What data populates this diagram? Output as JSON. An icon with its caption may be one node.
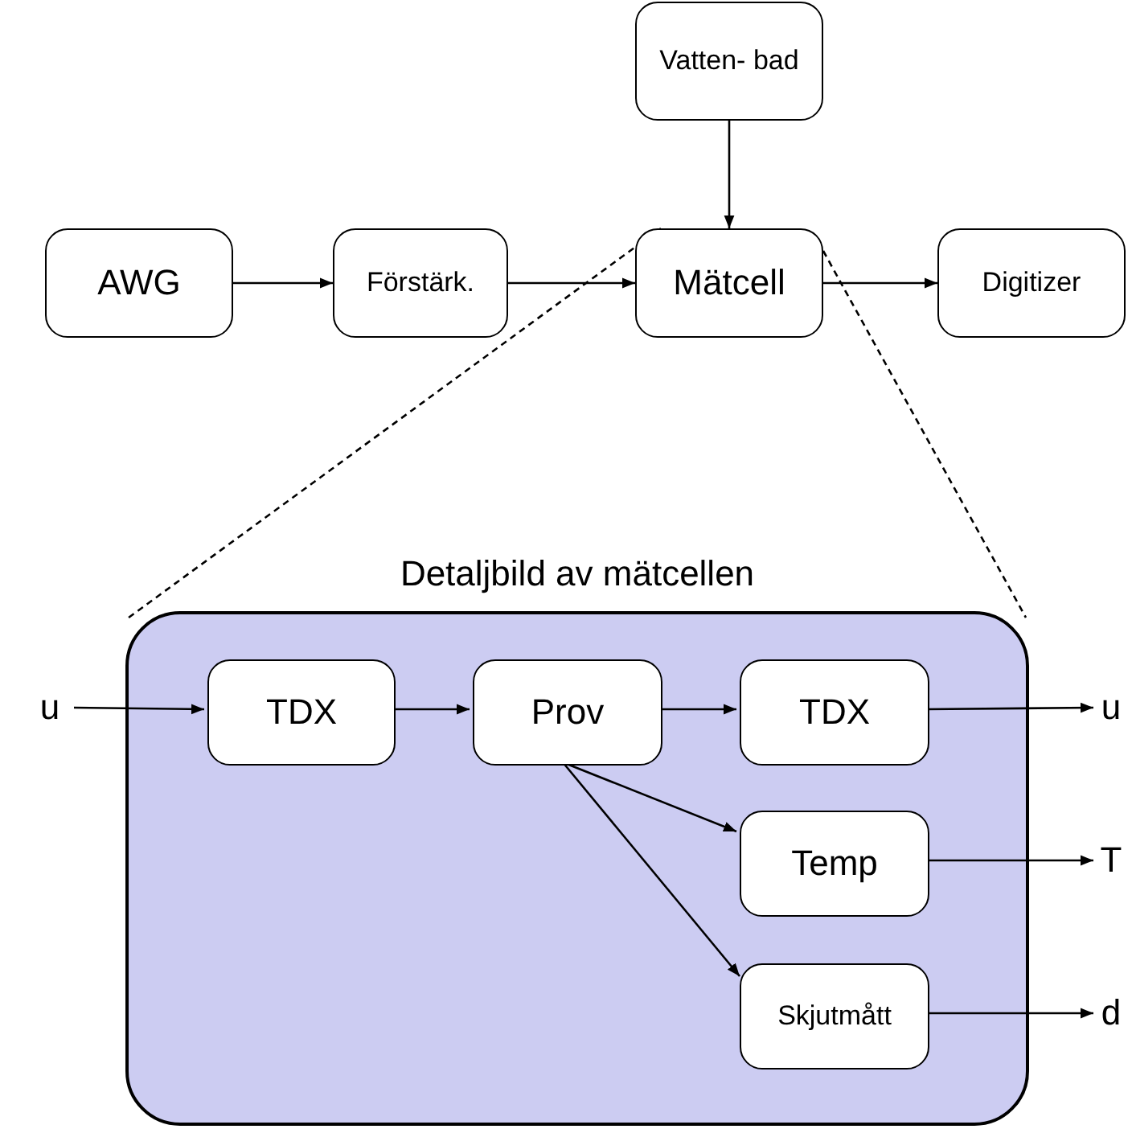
{
  "diagram": {
    "nodes": [
      {
        "text": [
          "Vatten- bad"
        ]
      },
      {
        "text": [
          "AWG"
        ]
      },
      {
        "text": [
          "Förstärk."
        ]
      },
      {
        "text": [
          "Mätcell"
        ]
      },
      {
        "text": [
          "Digitizer"
        ]
      },
      {
        "text": [
          "Detaljbild av mätcellen"
        ]
      },
      {
        "text": [
          "u"
        ]
      },
      {
        "text": [
          "TDX"
        ],
        "in": 5
      },
      {
        "text": [
          "Prov"
        ],
        "in": 5
      },
      {
        "text": [
          "TDX"
        ],
        "in": 5
      },
      {
        "text": [
          "Temp"
        ],
        "in": 5
      },
      {
        "text": [
          "Skjutmått"
        ],
        "in": 5
      },
      {
        "text": [
          "u"
        ]
      },
      {
        "text": [
          "T"
        ]
      },
      {
        "text": [
          "d"
        ]
      }
    ],
    "edges": [
      {
        "from": 0,
        "to": 3,
        "arrow": "to"
      },
      {
        "from": 1,
        "to": 2,
        "arrow": "to"
      },
      {
        "from": 2,
        "to": 3,
        "arrow": "to"
      },
      {
        "from": 3,
        "to": 4,
        "arrow": "to"
      },
      {
        "from": 3,
        "to": 5,
        "arrow": "none",
        "style": "dashed"
      },
      {
        "from": 3,
        "to": 5,
        "arrow": "none",
        "style": "dashed"
      },
      {
        "from": 6,
        "to": 7,
        "arrow": "to"
      },
      {
        "from": 7,
        "to": 8,
        "arrow": "to"
      },
      {
        "from": 8,
        "to": 9,
        "arrow": "to"
      },
      {
        "from": 9,
        "to": 12,
        "arrow": "to"
      },
      {
        "from": 8,
        "to": 10,
        "arrow": "to"
      },
      {
        "from": 8,
        "to": 11,
        "arrow": "to"
      },
      {
        "from": 10,
        "to": 13,
        "arrow": "to"
      },
      {
        "from": 11,
        "to": 14,
        "arrow": "to"
      }
    ]
  }
}
